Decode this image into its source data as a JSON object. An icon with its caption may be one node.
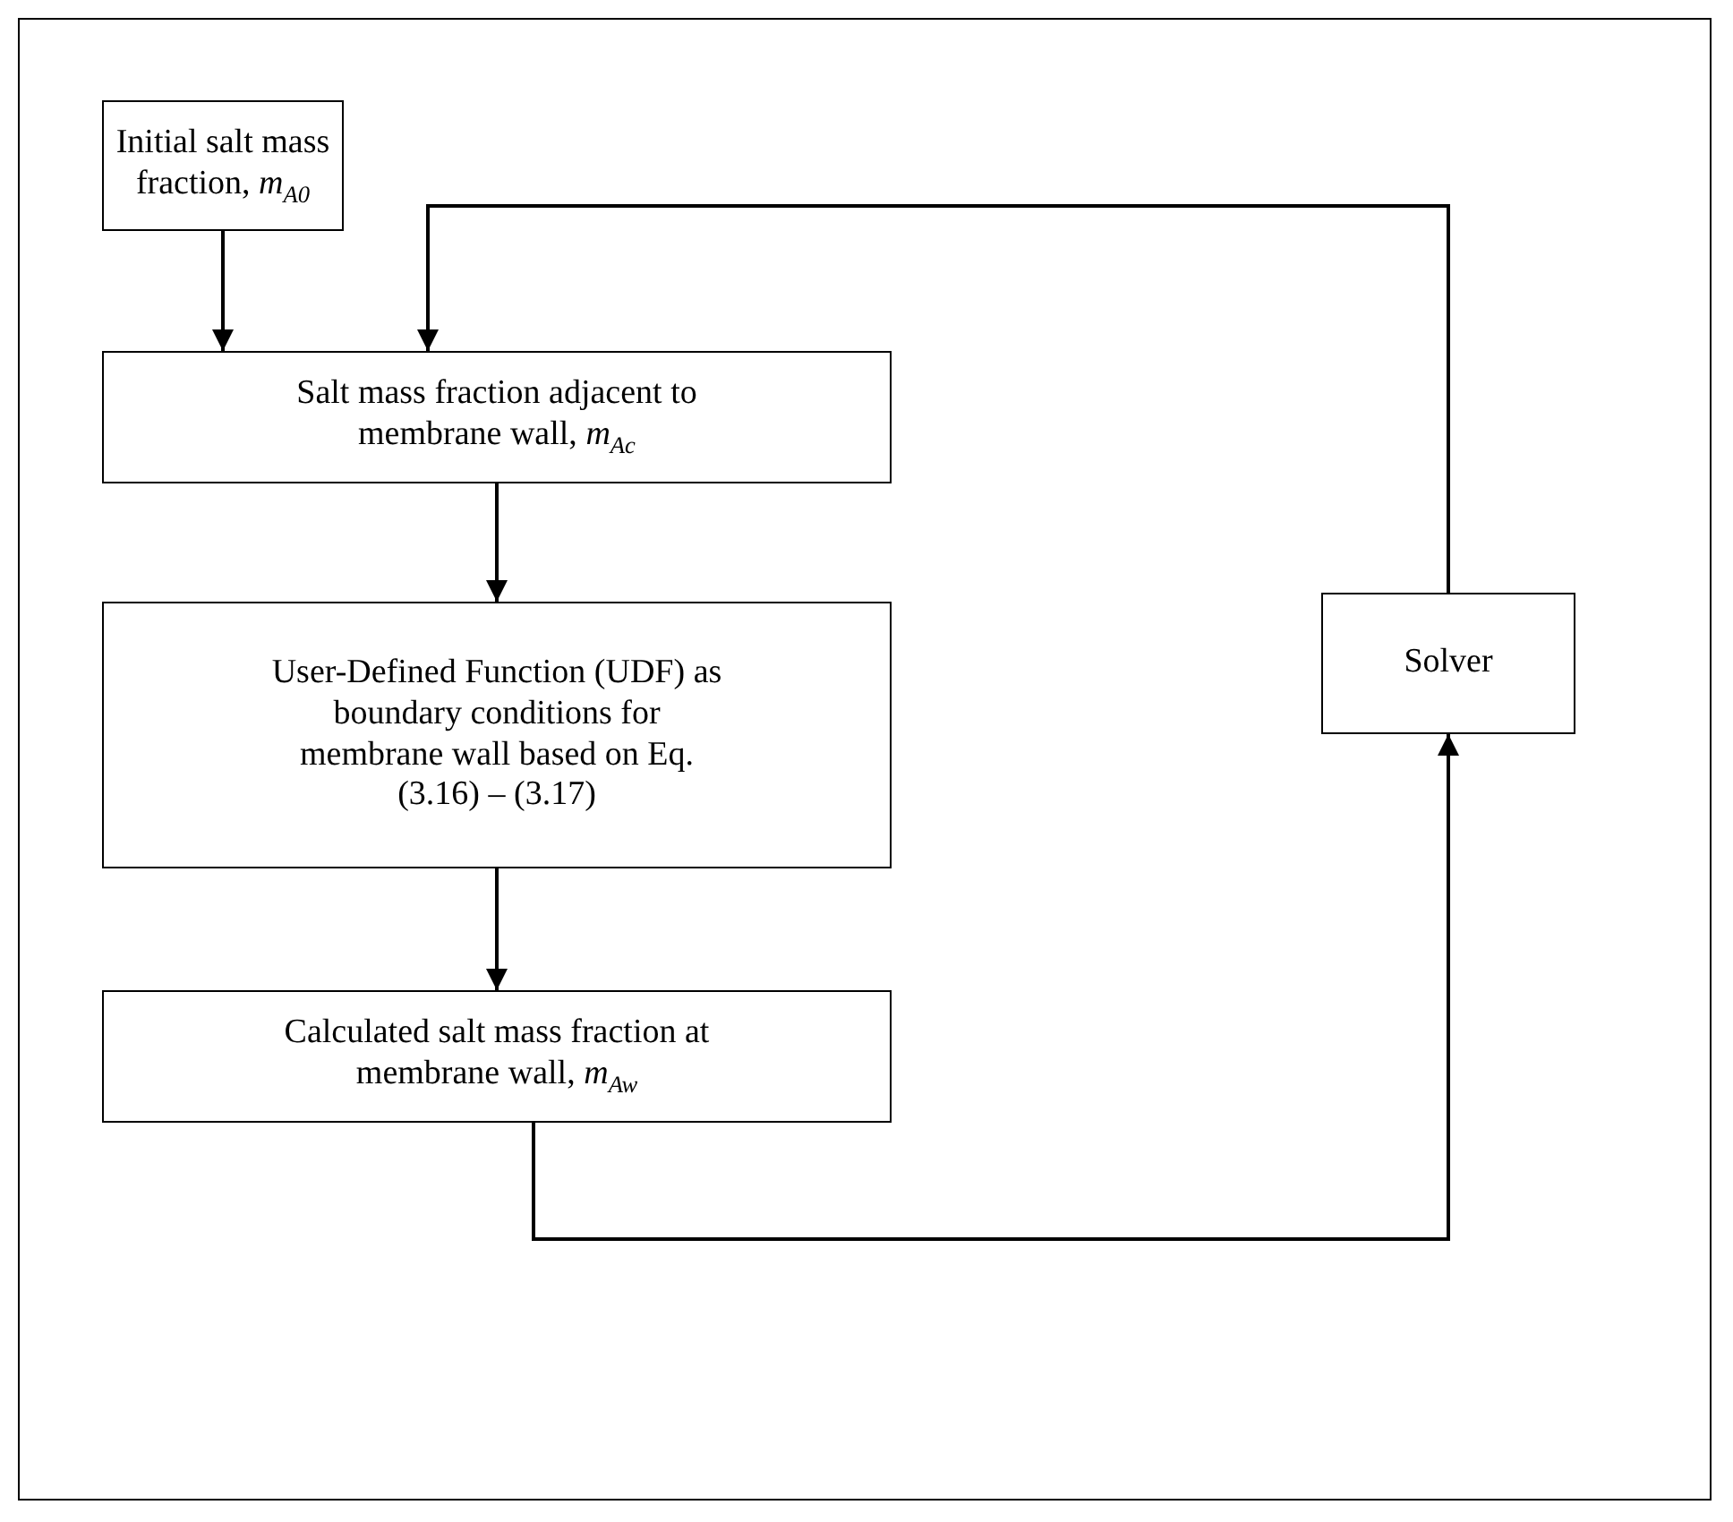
{
  "diagram": {
    "nodes": [
      {
        "text": [
          "Initial salt mass fraction, *m*$_{A0}$"
        ]
      },
      {
        "text": [
          "Salt mass fraction adjacent to membrane wall, *m*$_{Ac}$"
        ]
      },
      {
        "text": [
          "User-Defined Function (UDF) as boundary conditions for membrane wall based on Eq. (3.16) – (3.17)"
        ]
      },
      {
        "text": [
          "Calculated salt mass fraction at membrane wall, *m*$_{Aw}$"
        ]
      },
      {
        "text": [
          "Solver"
        ]
      }
    ],
    "edges": [
      {
        "from": 0,
        "to": 1,
        "arrow": "to"
      },
      {
        "from": 1,
        "to": 2,
        "arrow": "to"
      },
      {
        "from": 2,
        "to": 3,
        "arrow": "to"
      },
      {
        "from": 3,
        "to": 4,
        "arrow": "to"
      },
      {
        "from": 4,
        "to": 1,
        "arrow": "to"
      }
    ]
  }
}
